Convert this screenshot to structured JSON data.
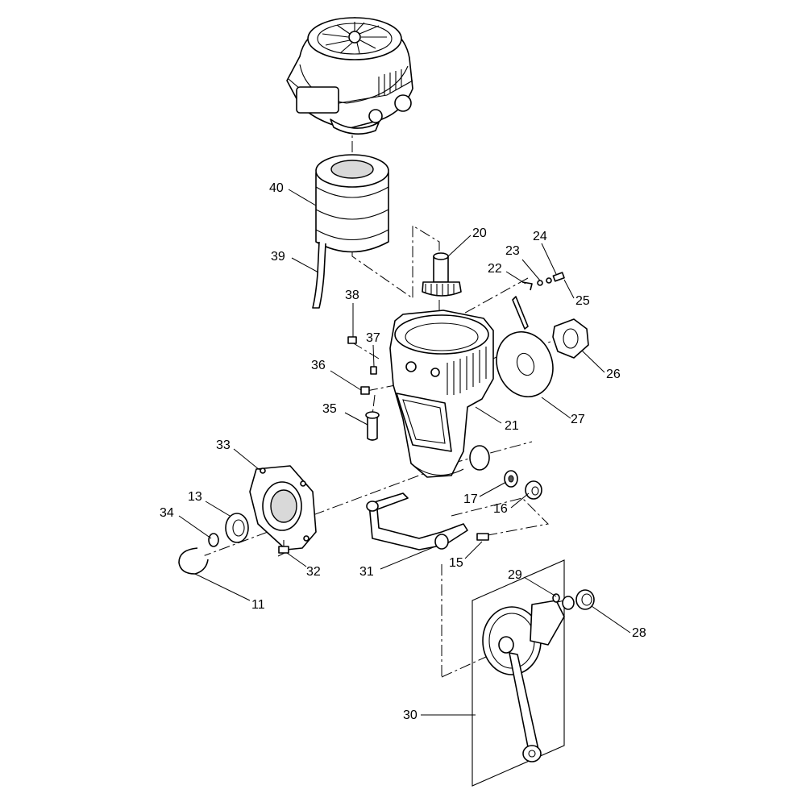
{
  "diagram": {
    "callouts": [
      {
        "key": "c40",
        "label": "40"
      },
      {
        "key": "c39",
        "label": "39"
      },
      {
        "key": "c38",
        "label": "38"
      },
      {
        "key": "c37",
        "label": "37"
      },
      {
        "key": "c36",
        "label": "36"
      },
      {
        "key": "c35",
        "label": "35"
      },
      {
        "key": "c33",
        "label": "33"
      },
      {
        "key": "c34",
        "label": "34"
      },
      {
        "key": "c13",
        "label": "13"
      },
      {
        "key": "c11",
        "label": "11"
      },
      {
        "key": "c32",
        "label": "32"
      },
      {
        "key": "c31",
        "label": "31"
      },
      {
        "key": "c15",
        "label": "15"
      },
      {
        "key": "c20",
        "label": "20"
      },
      {
        "key": "c22",
        "label": "22"
      },
      {
        "key": "c23",
        "label": "23"
      },
      {
        "key": "c24",
        "label": "24"
      },
      {
        "key": "c25",
        "label": "25"
      },
      {
        "key": "c26",
        "label": "26"
      },
      {
        "key": "c27",
        "label": "27"
      },
      {
        "key": "c21",
        "label": "21"
      },
      {
        "key": "c17",
        "label": "17"
      },
      {
        "key": "c16",
        "label": "16"
      },
      {
        "key": "c29",
        "label": "29"
      },
      {
        "key": "c28",
        "label": "28"
      },
      {
        "key": "c30",
        "label": "30"
      }
    ]
  }
}
